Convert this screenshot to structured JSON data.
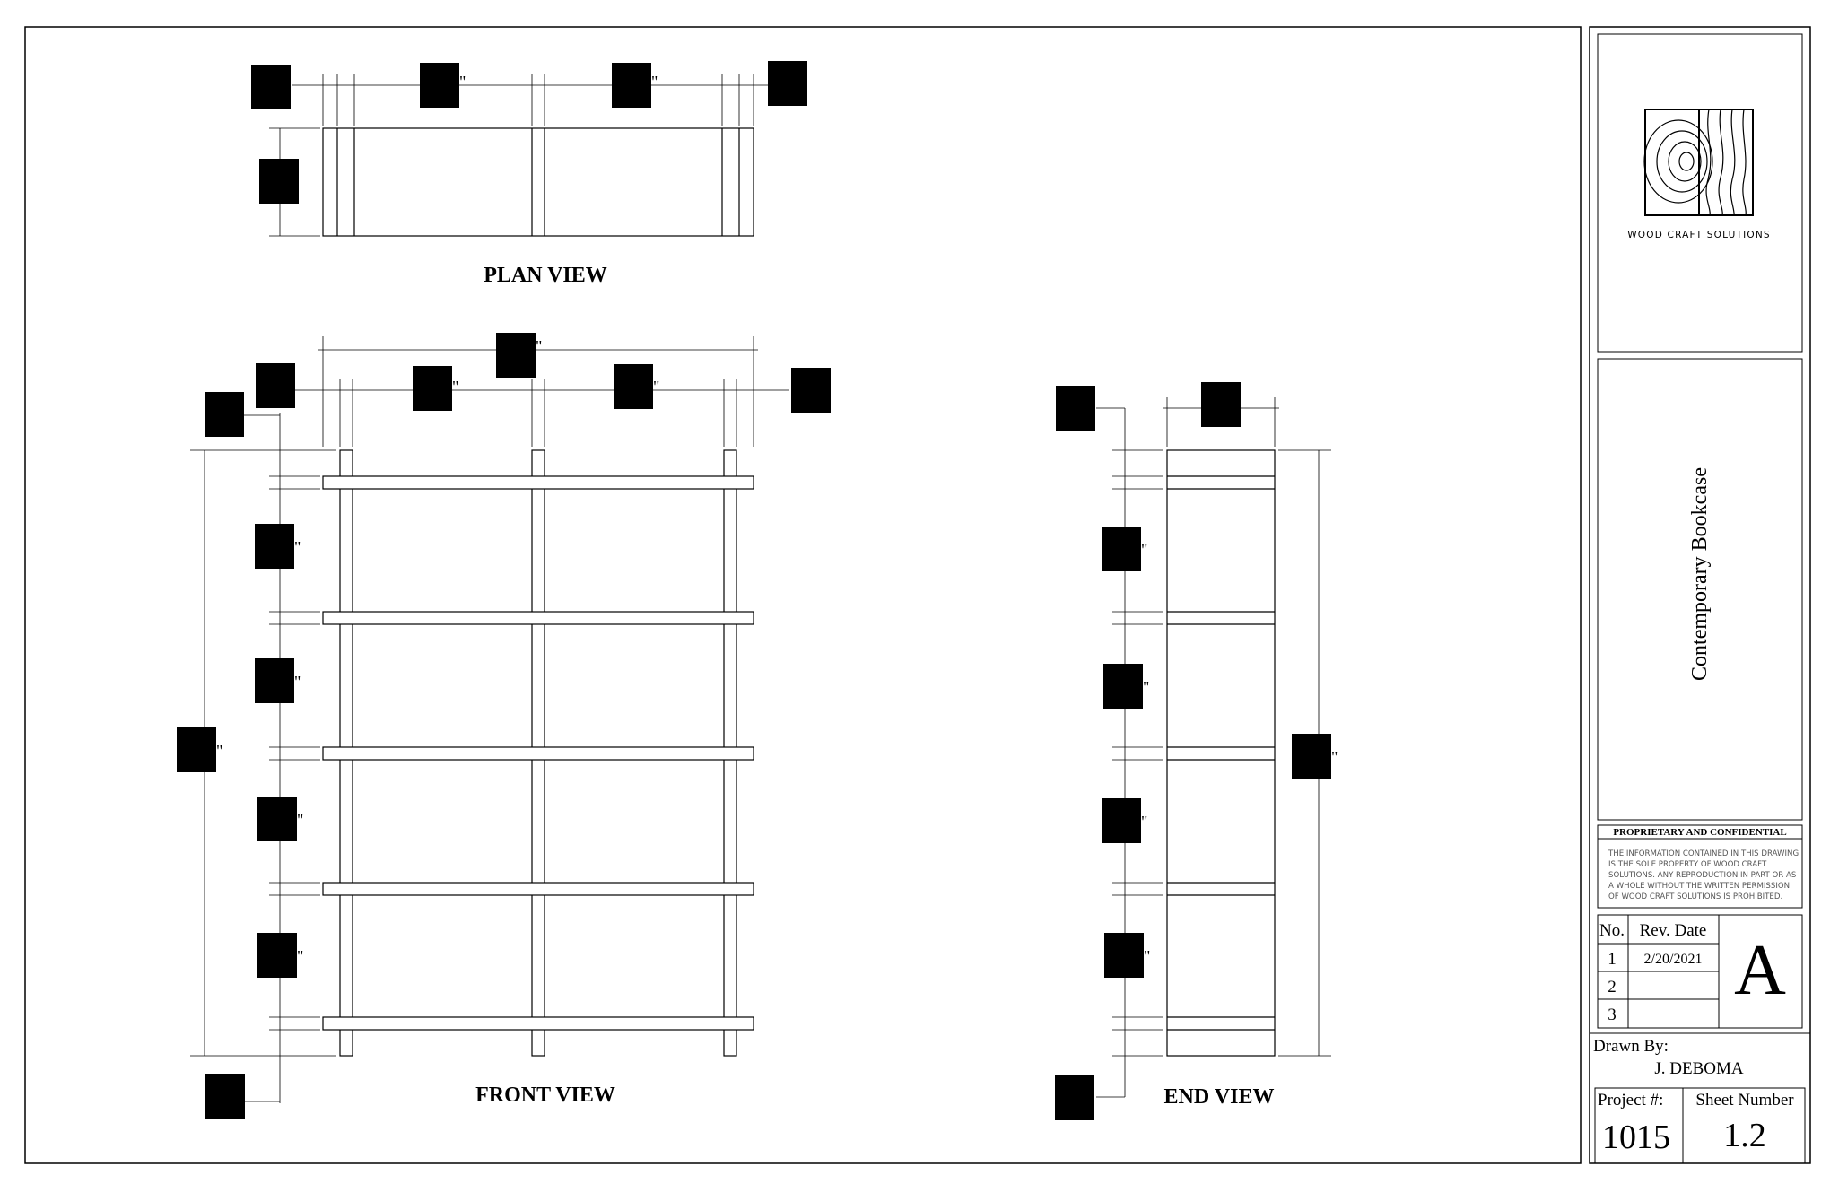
{
  "views": {
    "plan_label": "PLAN VIEW",
    "front_label": "FRONT VIEW",
    "end_label": "END VIEW"
  },
  "title_block": {
    "company": "WOOD CRAFT SOLUTIONS",
    "logo_icon": "wood-grain-logo",
    "drawing_title": "Contemporary Bookcase",
    "confidential_heading": "PROPRIETARY AND CONFIDENTIAL",
    "confidential_lines": [
      "THE INFORMATION CONTAINED IN THIS DRAWING",
      "IS THE SOLE PROPERTY OF WOOD CRAFT",
      "SOLUTIONS. ANY REPRODUCTION IN PART OR AS",
      "A WHOLE WITHOUT THE WRITTEN PERMISSION",
      "OF WOOD CRAFT SOLUTIONS IS PROHIBITED."
    ],
    "revisions": {
      "no_header": "No.",
      "date_header": "Rev. Date",
      "rows": [
        {
          "no": "1",
          "date": "2/20/2021"
        },
        {
          "no": "2",
          "date": ""
        },
        {
          "no": "3",
          "date": ""
        }
      ],
      "letter": "A"
    },
    "drawn_by_label": "Drawn By:",
    "drawn_by": "J. DEBOMA",
    "project_label": "Project #:",
    "project_number": "1015",
    "sheet_label": "Sheet Number",
    "sheet_number": "1.2"
  },
  "dimension_mark": "\""
}
